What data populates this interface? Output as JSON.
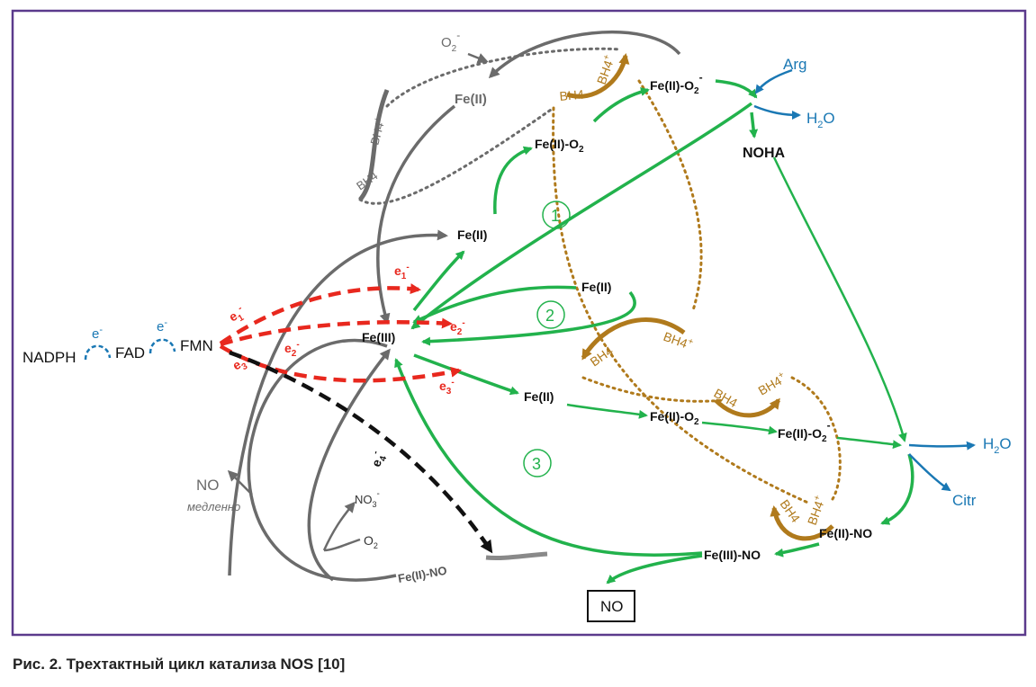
{
  "caption": "Рис. 2. Трехтактный цикл катализа NOS [10]",
  "colors": {
    "frame": "#5b3a8c",
    "green": "#22b24c",
    "red": "#e8281e",
    "grey": "#6b6b6b",
    "blue": "#1a78b4",
    "brown": "#b07a1c"
  },
  "electron_chain": {
    "nadph": "NADPH",
    "fad": "FAD",
    "fmn": "FMN",
    "e_minus_1": "e",
    "e_minus_2": "e",
    "e_minus_sup": "-"
  },
  "electrons": {
    "e1": "e",
    "e1_sub": "1",
    "e2": "e",
    "e2_sub": "2",
    "e3": "e",
    "e3_sub": "3",
    "e4": "e",
    "e4_sub": "4",
    "minus": "-"
  },
  "center": "Fe(III)",
  "cycle1": {
    "feii": "Fe(II)",
    "feii_o2": "Fe(II)-O",
    "o2_sub": "2",
    "feiii_o2": "Fe(II)-O",
    "feiii_o2_sub": "2",
    "minus": "-",
    "arg": "Arg",
    "h2o": "H",
    "h2o_sub": "2",
    "h2o_o": "O",
    "noha": "NOHA",
    "num": "1"
  },
  "cycle2": {
    "feii": "Fe(II)",
    "num": "2"
  },
  "cycle3": {
    "feii": "Fe(II)",
    "feii_o2": "Fe(II)-O",
    "feii_o2_sub": "2",
    "feii_o2m": "Fe(II)-O",
    "feii_o2m_sub": "2",
    "minus": "-",
    "h2o": "H",
    "h2o_sub": "2",
    "h2o_o": "O",
    "citr": "Citr",
    "feii_no": "Fe(II)-NO",
    "feiii_no": "Fe(III)-NO",
    "no_box": "NO",
    "num": "3"
  },
  "bh4": {
    "bh4": "BH4",
    "bh4plus": "BH4",
    "plus": "+"
  },
  "grey_branch": {
    "o2": "O",
    "o2_sub": "2",
    "minus": "-",
    "feii": "Fe(II)",
    "feii_mid": "Fe(II)",
    "no": "NO",
    "slowly": "медленно",
    "no3": "NO",
    "no3_sub": "3",
    "o2b": "O",
    "o2b_sub": "2",
    "feii_no": "Fe(II)-NO"
  }
}
